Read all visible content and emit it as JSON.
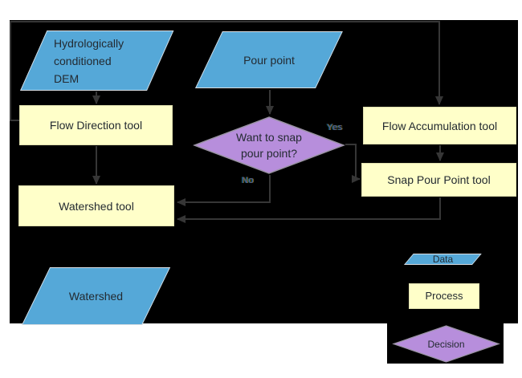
{
  "colors": {
    "page_bg": "#ffffff",
    "canvas_bg": "#000000",
    "data_fill": "#55a8d8",
    "data_border": "#d8dde2",
    "process_fill": "#ffffc9",
    "process_border": "#e0e0ae",
    "decision_fill": "#b78edc",
    "decision_border": "#9a93a4",
    "connector": "#363636",
    "shape_text": "#232a31"
  },
  "nodes": {
    "dem": {
      "type": "data",
      "label": "Hydrologically conditioned DEM"
    },
    "pour_point": {
      "type": "data",
      "label": "Pour point"
    },
    "flow_direction": {
      "type": "process",
      "label": "Flow Direction tool"
    },
    "flow_accumulation": {
      "type": "process",
      "label": "Flow Accumulation tool"
    },
    "snap_decision": {
      "type": "decision",
      "label": "Want to snap pour point?"
    },
    "snap_pour_point": {
      "type": "process",
      "label": "Snap Pour Point tool"
    },
    "watershed_tool": {
      "type": "process",
      "label": "Watershed tool"
    },
    "watershed": {
      "type": "data",
      "label": "Watershed"
    }
  },
  "edge_labels": {
    "yes": "Yes",
    "no": "No"
  },
  "legend": {
    "data": {
      "label": "Data"
    },
    "process": {
      "label": "Process"
    },
    "decision": {
      "label": "Decision"
    }
  }
}
